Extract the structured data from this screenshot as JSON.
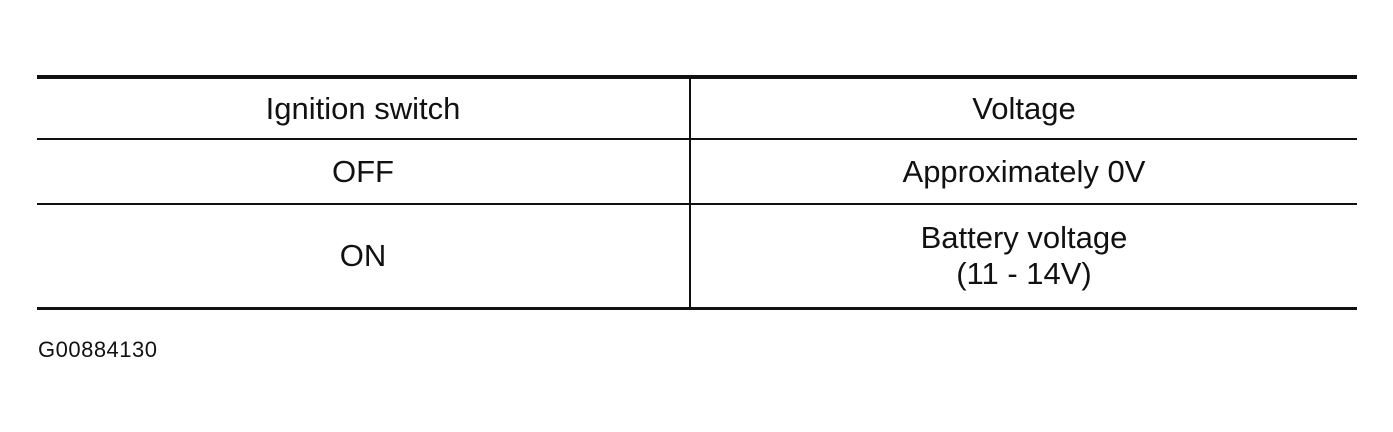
{
  "table": {
    "headers": [
      "Ignition switch",
      "Voltage"
    ],
    "rows": [
      {
        "ignition_switch": "OFF",
        "voltage": [
          "Approximately 0V"
        ]
      },
      {
        "ignition_switch": "ON",
        "voltage": [
          "Battery voltage",
          "(11 - 14V)"
        ]
      }
    ]
  },
  "figure_id": "G00884130"
}
